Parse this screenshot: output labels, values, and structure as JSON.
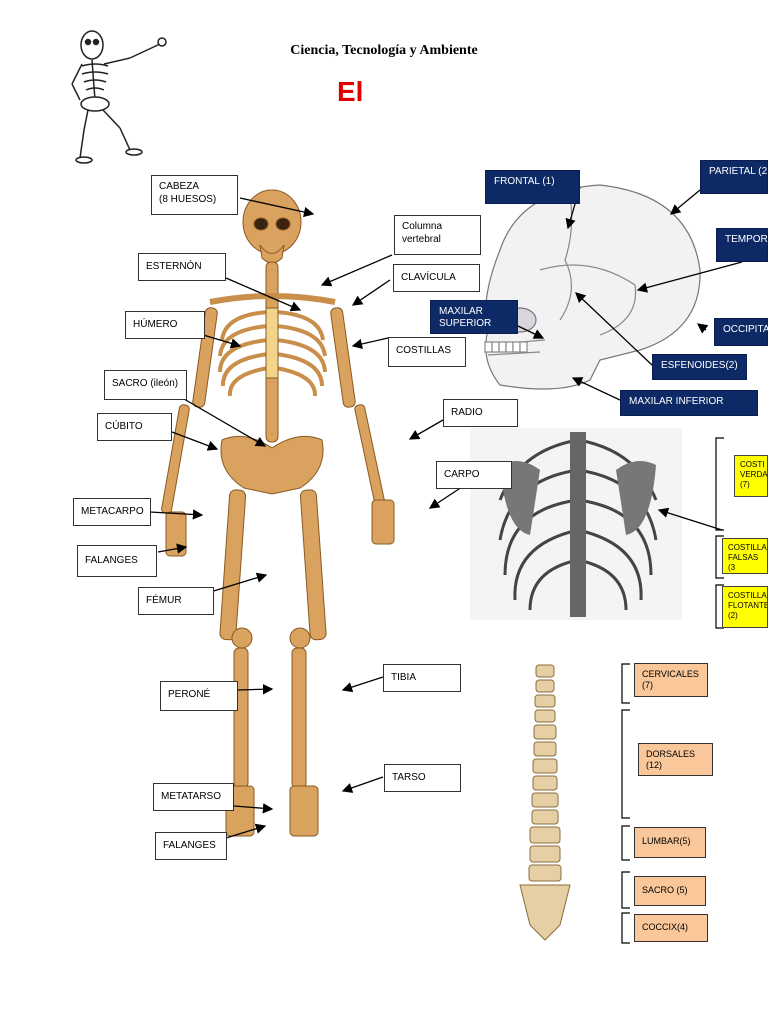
{
  "header": {
    "subject": "Ciencia, Tecnología y Ambiente",
    "title": "El"
  },
  "skeleton_labels": {
    "cabeza": "CABEZA\n(8 HUESOS)",
    "columna": "Columna\nvertebral",
    "esternon": "ESTERNÓN",
    "clavicula": "CLAVÍCULA",
    "humero": "HÚMERO",
    "costillas": "COSTILLAS",
    "sacro": "SACRO (ileón)",
    "radio": "RADIO",
    "cubito": "CÚBITO",
    "carpo": "CARPO",
    "metacarpo": "METACARPO",
    "falanges_mano": "FALANGES",
    "femur": "FÉMUR",
    "perone": "PERONÉ",
    "tibia": "TIBIA",
    "tarso": "TARSO",
    "metatarso": "METATARSO",
    "falanges_pie": "FALANGES"
  },
  "skull_labels": {
    "frontal": "FRONTAL (1)",
    "parietal": "PARIETAL (2",
    "temporal": "TEMPORA",
    "maxilar_superior": "MAXILAR\nSUPERIOR",
    "occipital": "OCCIPITA",
    "esfenoides": "ESFENOIDES(2)",
    "maxilar_inferior": "MAXILAR INFERIOR"
  },
  "rib_labels": {
    "verdaderas": "COSTI\nVERDA\n(7)",
    "falsas": "COSTILLAS\nFALSAS (3",
    "flotantes": "COSTILLA\nFLOTANTE\n(2)"
  },
  "spine_labels": {
    "cervicales": "CERVICALES\n(7)",
    "dorsales": "DORSALES\n(12)",
    "lumbar": "LUMBAR(5)",
    "sacro": "SACRO (5)",
    "coccix": "COCCIX(4)"
  },
  "colors": {
    "title": "#e00000",
    "navy": "#0d2a66",
    "yellow": "#ffff00",
    "salmon": "#f9c79a",
    "bone": "#d9a25e"
  }
}
